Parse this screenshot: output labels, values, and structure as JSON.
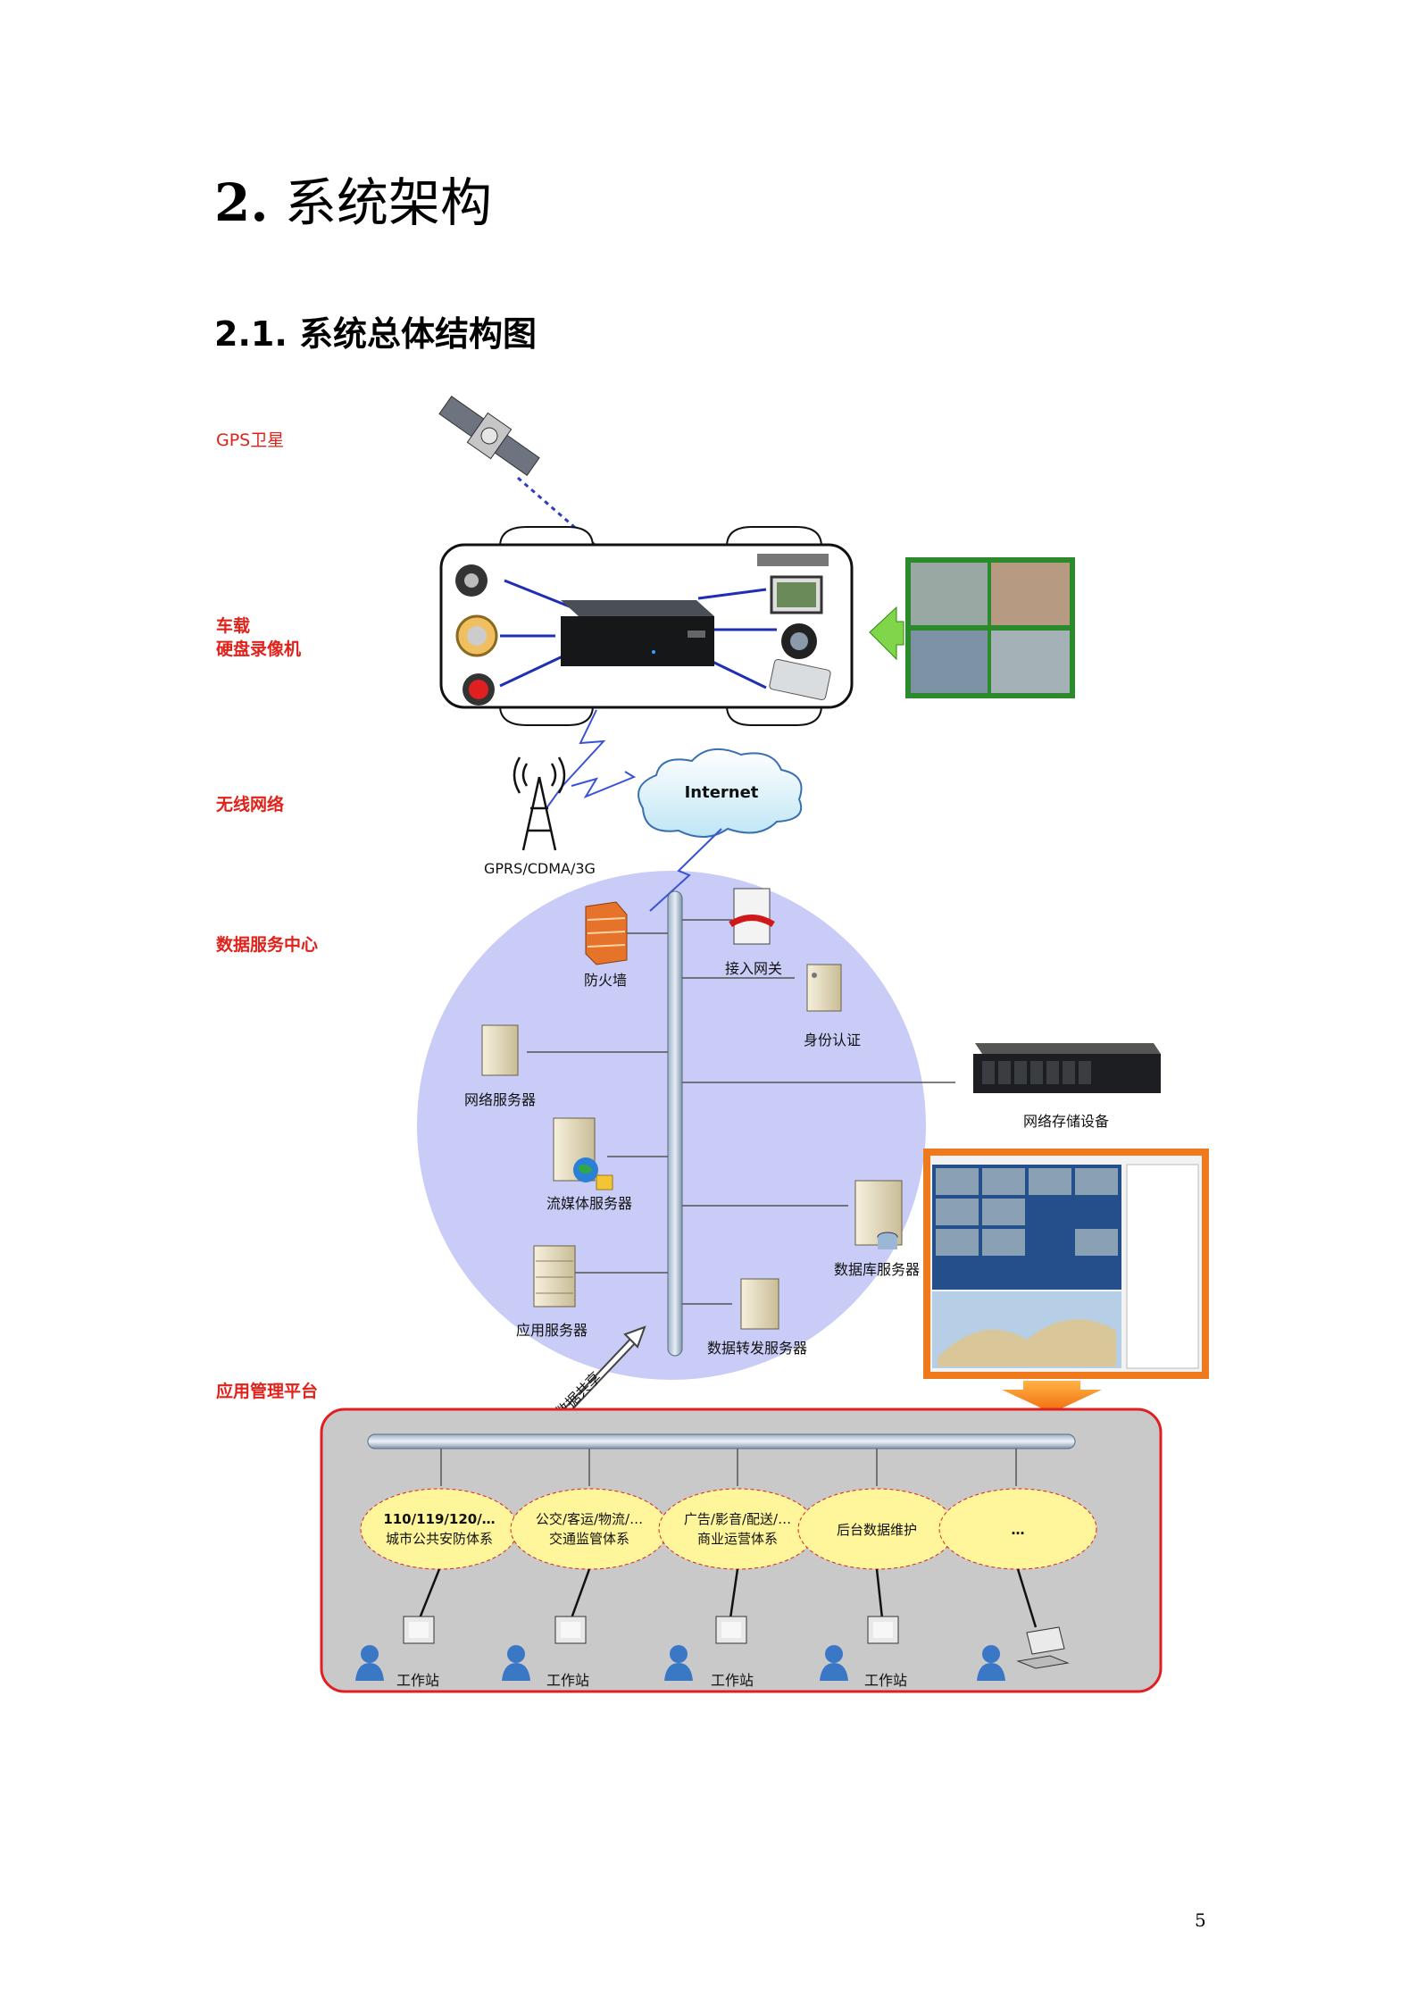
{
  "heading": {
    "number": "2.",
    "text": "系统架构"
  },
  "subheading": "2.1. 系统总体结构图",
  "layers": {
    "gps": "GPS卫星",
    "vehicle_line1": "车载",
    "vehicle_line2": "硬盘录像机",
    "wireless": "无线网络",
    "datacenter": "数据服务中心",
    "platform": "应用管理平台"
  },
  "network": {
    "cloud": "Internet",
    "tower": "GPRS/CDMA/3G"
  },
  "servers": {
    "firewall": "防火墙",
    "gateway": "接入网关",
    "auth": "身份认证",
    "web": "网络服务器",
    "storage": "网络存储设备",
    "stream": "流媒体服务器",
    "database": "数据库服务器",
    "app": "应用服务器",
    "forward": "数据转发服务器"
  },
  "share": "数据共享",
  "systems": [
    {
      "line1": "110/119/120/…",
      "line2": "城市公共安防体系"
    },
    {
      "line1": "公交/客运/物流/…",
      "line2": "交通监管体系"
    },
    {
      "line1": "广告/影音/配送/…",
      "line2": "商业运营体系"
    },
    {
      "line1": "后台数据维护",
      "line2": ""
    },
    {
      "line1": "…",
      "line2": ""
    }
  ],
  "workstations": [
    "工作站",
    "工作站",
    "工作站",
    "工作站"
  ],
  "page_number": "5",
  "colors": {
    "label_red": "#e0221a",
    "circle": "#c7cbf6",
    "platform_bg": "#c9c9c9",
    "ellipse": "#fff59a"
  }
}
